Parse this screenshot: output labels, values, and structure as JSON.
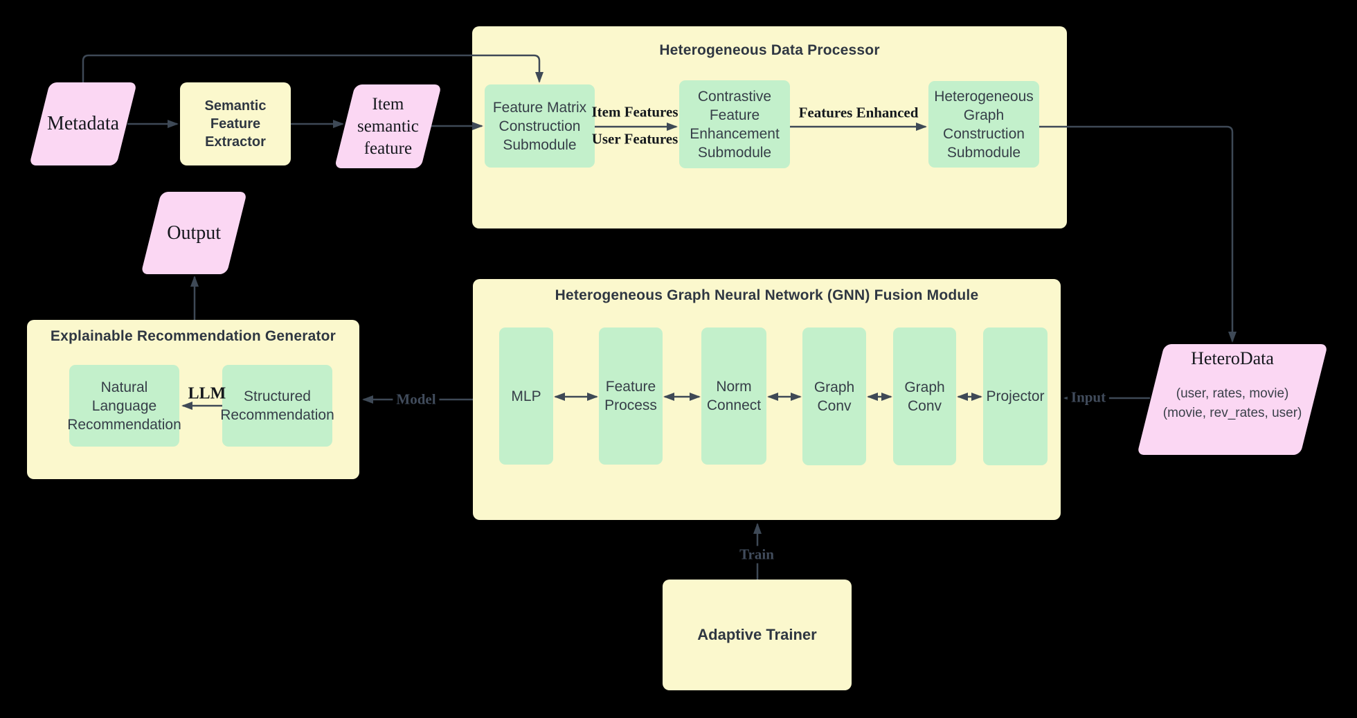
{
  "diagram": {
    "background": "#000000",
    "colors": {
      "container_fill": "#FBF8CD",
      "module_fill": "#C3F0CB",
      "data_fill": "#FBD7F3",
      "arrow": "#3E4956",
      "text": "#2f3742"
    },
    "containers": {
      "heterogeneous_data_processor": {
        "title": "Heterogeneous Data Processor"
      },
      "gnn_fusion_module": {
        "title": "Heterogeneous Graph Neural Network (GNN) Fusion Module"
      },
      "explainable_recommendation_generator": {
        "title": "Explainable Recommendation Generator"
      }
    },
    "nodes": {
      "metadata": {
        "label": "Metadata"
      },
      "semantic_feature_extractor": {
        "label": "Semantic Feature\nExtractor"
      },
      "item_semantic_feature": {
        "label": "Item\nsemantic\nfeature"
      },
      "feature_matrix_construction": {
        "label": "Feature Matrix\nConstruction\nSubmodule"
      },
      "contrastive_feature_enhancement": {
        "label": "Contrastive\nFeature\nEnhancement\nSubmodule"
      },
      "heterogeneous_graph_construction": {
        "label": "Heterogeneous\nGraph\nConstruction\nSubmodule"
      },
      "heterodata": {
        "title": "HeteroData",
        "tuples": "(user, rates, movie)\n(movie, rev_rates, user)"
      },
      "mlp": {
        "label": "MLP"
      },
      "feature_process": {
        "label": "Feature\nProcess"
      },
      "norm_connect": {
        "label": "Norm\nConnect"
      },
      "graph_conv_1": {
        "label": "Graph\nConv"
      },
      "graph_conv_2": {
        "label": "Graph\nConv"
      },
      "projector": {
        "label": "Projector"
      },
      "adaptive_trainer": {
        "label": "Adaptive Trainer"
      },
      "natural_language_recommendation": {
        "label": "Natural\nLanguage\nRecommendation"
      },
      "structured_recommendation": {
        "label": "Structured\nRecommendation"
      },
      "output": {
        "label": "Output"
      }
    },
    "edge_labels": {
      "item_features": "Item Features",
      "user_features": "User Features",
      "features_enhanced": "Features Enhanced",
      "llm": "LLM",
      "model": "Model",
      "input": "Input",
      "train": "Train"
    }
  }
}
